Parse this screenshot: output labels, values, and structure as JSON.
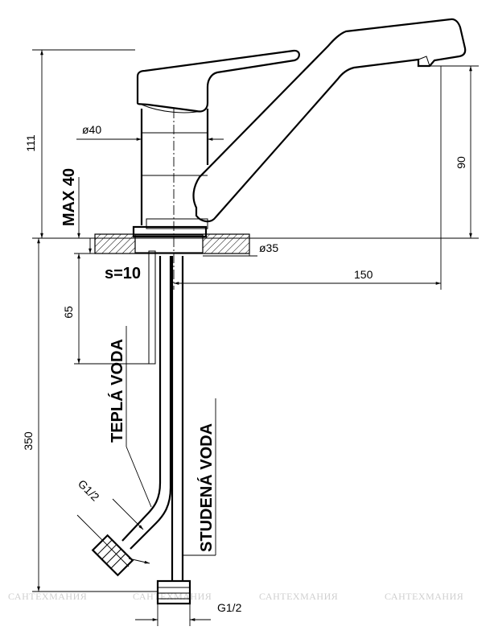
{
  "dimensions": {
    "d40": "ø40",
    "d35": "ø35",
    "h111": "111",
    "h90": "90",
    "max40": "MAX 40",
    "s10": "s=10",
    "l150": "150",
    "l65": "65",
    "l350": "350",
    "g12_top": "G1/2",
    "g12_bottom": "G1/2"
  },
  "labels": {
    "hot_water": "TEPLÁ VODA",
    "cold_water": "STUDENÁ VODA"
  },
  "watermark": "САНТЕХМАНИЯ"
}
